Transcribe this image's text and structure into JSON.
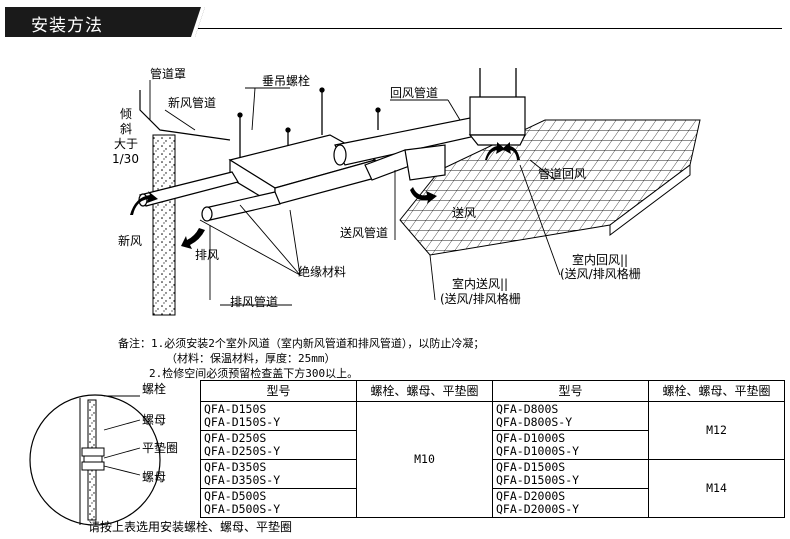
{
  "section_title": "安装方法",
  "diagram_labels": {
    "duct_cover": "管道罩",
    "fresh_air_duct": "新风管道",
    "tilt_1": "倾",
    "tilt_2": "斜",
    "tilt_3": "大于",
    "tilt_4": "1/30",
    "fresh_air": "新风",
    "exhaust": "排风",
    "hanging_bolt": "垂吊螺栓",
    "return_duct": "回风管道",
    "duct_return_air": "管道回风",
    "supply_air": "送风",
    "supply_duct": "送风管道",
    "insulation": "绝缘材料",
    "exhaust_duct": "排风管道",
    "indoor_return_1": "室内回风||",
    "indoor_return_2": "(送风/排风格栅",
    "indoor_supply_1": "室内送风||",
    "indoor_supply_2": "(送风/排风格栅"
  },
  "notes": {
    "note1": "备注：1.必须安装2个室外风道（室内新风管道和排风管道），以防止冷凝；",
    "note1_sub": "（材料：保温材料，厚度：25mm）",
    "note2": "2.检修空间必须预留检查盖下方300以上。"
  },
  "hardware_labels": {
    "bolt": "螺栓",
    "nut_top": "螺母",
    "washer": "平垫圈",
    "nut_bottom": "螺母"
  },
  "footer_note": "请按上表选用安装螺栓、螺母、平垫圈",
  "table": {
    "headers": [
      "型号",
      "螺栓、螺母、平垫圈",
      "型号",
      "螺栓、螺母、平垫圈"
    ],
    "left_models": [
      [
        "QFA-D150S",
        "QFA-D150S-Y"
      ],
      [
        "QFA-D250S",
        "QFA-D250S-Y"
      ],
      [
        "QFA-D350S",
        "QFA-D350S-Y"
      ],
      [
        "QFA-D500S",
        "QFA-D500S-Y"
      ]
    ],
    "left_size": "M10",
    "right_models": [
      [
        "QFA-D800S",
        "QFA-D800S-Y"
      ],
      [
        "QFA-D1000S",
        "QFA-D1000S-Y"
      ],
      [
        "QFA-D1500S",
        "QFA-D1500S-Y"
      ],
      [
        "QFA-D2000S",
        "QFA-D2000S-Y"
      ]
    ],
    "right_size_top": "M12",
    "right_size_bottom": "M14"
  }
}
